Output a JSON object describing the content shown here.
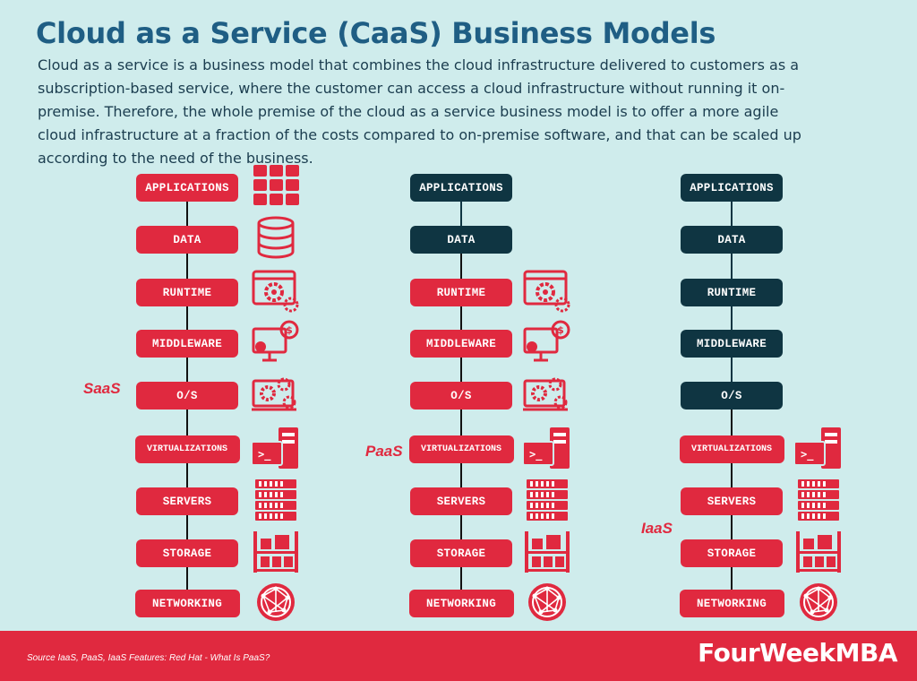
{
  "title": "Cloud as a Service (CaaS) Business Models",
  "intro": "Cloud as a service is a business model that combines the cloud infrastructure delivered to customers as a subscription-based service, where the customer can access a cloud infrastructure without running it on-premise. Therefore, the whole premise of the cloud as a service business model is to offer a more agile cloud infrastructure at a fraction of the costs compared to on-premise software, and that can be scaled up according to the need of the business.",
  "layers": [
    {
      "label": "APPLICATIONS",
      "icon": "grid-icon"
    },
    {
      "label": "DATA",
      "icon": "database-icon"
    },
    {
      "label": "RUNTIME",
      "icon": "runtime-gear-icon"
    },
    {
      "label": "MIDDLEWARE",
      "icon": "monitor-dollar-icon"
    },
    {
      "label": "O/S",
      "icon": "os-gears-icon"
    },
    {
      "label": "VIRTUALIZATIONS",
      "icon": "terminal-server-icon"
    },
    {
      "label": "SERVERS",
      "icon": "server-rack-icon"
    },
    {
      "label": "STORAGE",
      "icon": "storage-shelf-icon"
    },
    {
      "label": "NETWORKING",
      "icon": "globe-network-icon"
    }
  ],
  "models": [
    {
      "name": "SaaS",
      "managed_from": 0
    },
    {
      "name": "PaaS",
      "managed_from": 2
    },
    {
      "name": "IaaS",
      "managed_from": 5
    }
  ],
  "colors": {
    "provider_managed": "#e0293f",
    "customer_managed": "#0f3542",
    "title": "#1f5e84",
    "background": "#cfecec"
  },
  "footer": {
    "source": "Source IaaS, PaaS, IaaS Features: Red Hat - What Is PaaS?",
    "brand": "FourWeekMBA"
  }
}
